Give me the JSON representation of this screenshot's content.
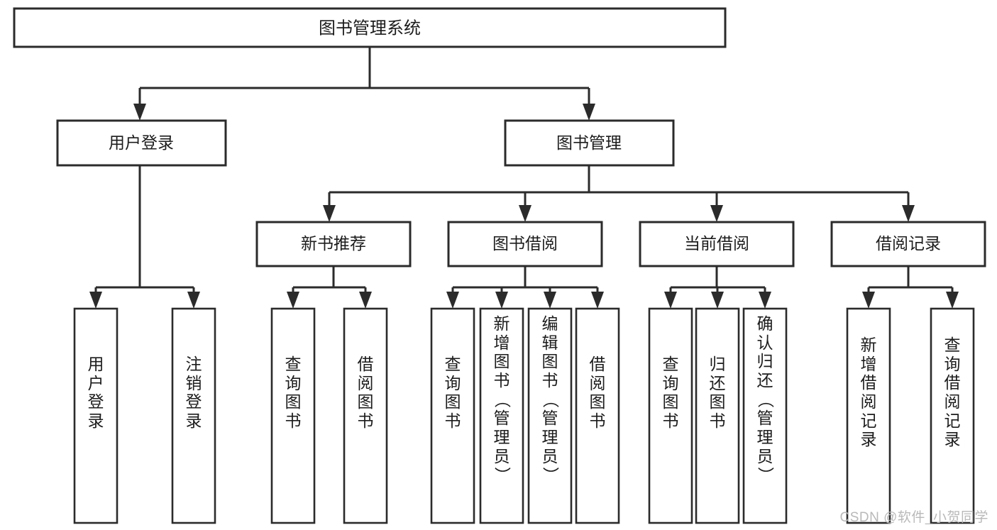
{
  "diagram": {
    "type": "tree-hierarchy-flowchart",
    "title": "图书管理系统",
    "watermark": "CSDN @软件_小贺同学",
    "colors": {
      "stroke": "#2b2b2b",
      "fill": "#ffffff",
      "text": "#1c1c1c",
      "watermark": "#b9b9b9"
    },
    "root": {
      "label": "图书管理系统",
      "level": 0
    },
    "level1": [
      {
        "label": "用户登录"
      },
      {
        "label": "图书管理"
      }
    ],
    "level2": [
      {
        "label": "新书推荐",
        "parent": "图书管理"
      },
      {
        "label": "图书借阅",
        "parent": "图书管理"
      },
      {
        "label": "当前借阅",
        "parent": "图书管理"
      },
      {
        "label": "借阅记录",
        "parent": "图书管理"
      }
    ],
    "leaves": {
      "user_login": [
        {
          "label": "用户登录"
        },
        {
          "label": "注销登录"
        }
      ],
      "new_book_recommend": [
        {
          "label": "查询图书"
        },
        {
          "label": "借阅图书"
        }
      ],
      "book_borrow": [
        {
          "label": "查询图书"
        },
        {
          "label": "新增图书（管理员）"
        },
        {
          "label": "编辑图书（管理员）"
        },
        {
          "label": "借阅图书"
        }
      ],
      "current_borrow": [
        {
          "label": "查询图书"
        },
        {
          "label": "归还图书"
        },
        {
          "label": "确认归还（管理员）"
        }
      ],
      "borrow_record": [
        {
          "label": "新增借阅记录"
        },
        {
          "label": "查询借阅记录"
        }
      ]
    }
  }
}
